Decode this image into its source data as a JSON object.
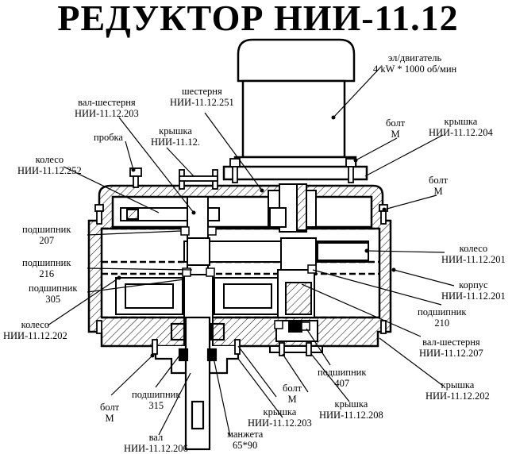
{
  "title": "РЕДУКТОР НИИ-11.12",
  "labels": {
    "motor": [
      "эл/двигатель",
      "4 kW * 1000 об/мин"
    ],
    "pinion_251": [
      "шестерня",
      "НИИ-11.12.251"
    ],
    "shaft_pinion_203": [
      "вал-шестерня",
      "НИИ-11.12.203"
    ],
    "cover_top": [
      "крышка",
      "НИИ-11.12."
    ],
    "plug": [
      "пробка"
    ],
    "wheel_252": [
      "колесо",
      "НИИ-11.12.252"
    ],
    "bolt_top": [
      "болт",
      "М"
    ],
    "cover_204": [
      "крышка",
      "НИИ-11.12.204"
    ],
    "bolt_right": [
      "болт",
      "М"
    ],
    "bearing_207": [
      "подшипник",
      "207"
    ],
    "bearing_216": [
      "подшипник",
      "216"
    ],
    "bearing_305": [
      "подшипник",
      "305"
    ],
    "wheel_202": [
      "колесо",
      "НИИ-11.12.202"
    ],
    "wheel_201": [
      "колесо",
      "НИИ-11.12.201"
    ],
    "housing_201": [
      "корпус",
      "НИИ-11.12.201"
    ],
    "bearing_210": [
      "подшипник",
      "210"
    ],
    "shaft_pinion_207": [
      "вал-шестерня",
      "НИИ-11.12.207"
    ],
    "bearing_407": [
      "подшипник",
      "407"
    ],
    "cover_202": [
      "крышка",
      "НИИ-11.12.202"
    ],
    "bolt_bottom_left": [
      "болт",
      "М"
    ],
    "bearing_315": [
      "подшипник",
      "315"
    ],
    "shaft_206": [
      "вал",
      "НИИ-11.12.206"
    ],
    "cuff": [
      "манжета",
      "65*90"
    ],
    "bolt_bottom": [
      "болт",
      "М"
    ],
    "cover_203": [
      "крышка",
      "НИИ-11.12.203"
    ],
    "cover_208": [
      "крышка",
      "НИИ-11.12.208"
    ]
  }
}
